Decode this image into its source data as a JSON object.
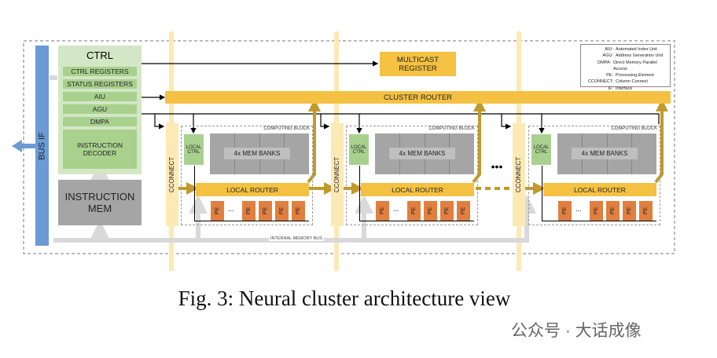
{
  "diagram": {
    "bus_if": "BUS IF",
    "ctrl": {
      "title": "CTRL",
      "rows": [
        "CTRL REGISTERS",
        "STATUS REGISTERS",
        "AIU",
        "AGU",
        "DMPA"
      ],
      "decoder": "INSTRUCTION DECODER"
    },
    "instruction_mem": "INSTRUCTION MEM",
    "multicast_register": "MULTICAST REGISTER",
    "cluster_router": "CLUSTER ROUTER",
    "cconnect": "CCONNECT",
    "computing_block": {
      "title": "COMPUTING BLOCK",
      "local_ctrl": "LOCAL CTRL",
      "mem_banks": "4x MEM BANKS",
      "local_router": "LOCAL ROUTER",
      "pe": "PE",
      "pe_ellipsis": "..."
    },
    "block_ellipsis": "•••",
    "internal_memory_bus": "INTERNAL MEMORY BUS",
    "legend": [
      {
        "abbr": "AIU:",
        "desc": "Automated Index Unit"
      },
      {
        "abbr": "AGU:",
        "desc": "Address Generation Unit"
      },
      {
        "abbr": "DMPA:",
        "desc": "Direct Memory Parallel Access"
      },
      {
        "abbr": "PE:",
        "desc": "Processing Element"
      },
      {
        "abbr": "CCONNECT:",
        "desc": "Column Connect"
      },
      {
        "abbr": "IF:",
        "desc": "Interface"
      }
    ],
    "colors": {
      "bus_if": "#6a9bd4",
      "ctrl": "#d3e6c5",
      "ctrl_rows": "#a9d18e",
      "router": "#f4c142",
      "pe": "#e07f3f",
      "mem": "#a5a5a5",
      "router_link": "#c09a2c"
    }
  },
  "caption": "Fig. 3: Neural cluster architecture view",
  "watermark": "公众号 · 大话成像"
}
